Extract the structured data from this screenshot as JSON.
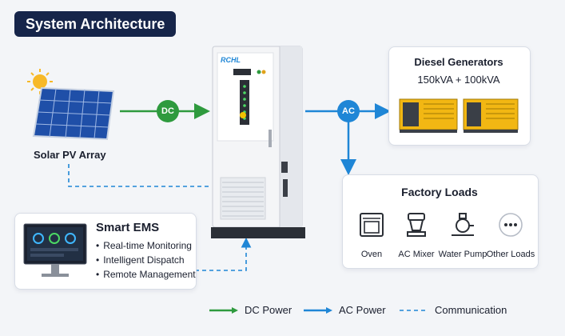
{
  "title": "System Architecture",
  "solar": {
    "label": "Solar PV Array"
  },
  "connections": {
    "dc_badge": "DC",
    "ac_badge": "AC"
  },
  "generators": {
    "title": "Diesel Generators",
    "subtitle": "150kVA + 100kVA"
  },
  "loads": {
    "title": "Factory Loads",
    "items": [
      {
        "label": "Oven",
        "icon": "oven-icon"
      },
      {
        "label": "AC Mixer",
        "icon": "mixer-icon"
      },
      {
        "label": "Water Pump",
        "icon": "water-pump-icon"
      },
      {
        "label": "Other Loads",
        "icon": "more-icon"
      }
    ]
  },
  "ems": {
    "title": "Smart EMS",
    "features": [
      "Real-time Monitoring",
      "Intelligent Dispatch",
      "Remote Management"
    ]
  },
  "cabinet": {
    "logo": "RCHL"
  },
  "legend": [
    {
      "label": "DC Power",
      "style": "dc"
    },
    {
      "label": "AC Power",
      "style": "ac"
    },
    {
      "label": "Communication",
      "style": "comm"
    }
  ],
  "colors": {
    "dc": "#2e9a3e",
    "ac": "#1f86d6",
    "title_bg": "#16254a"
  }
}
